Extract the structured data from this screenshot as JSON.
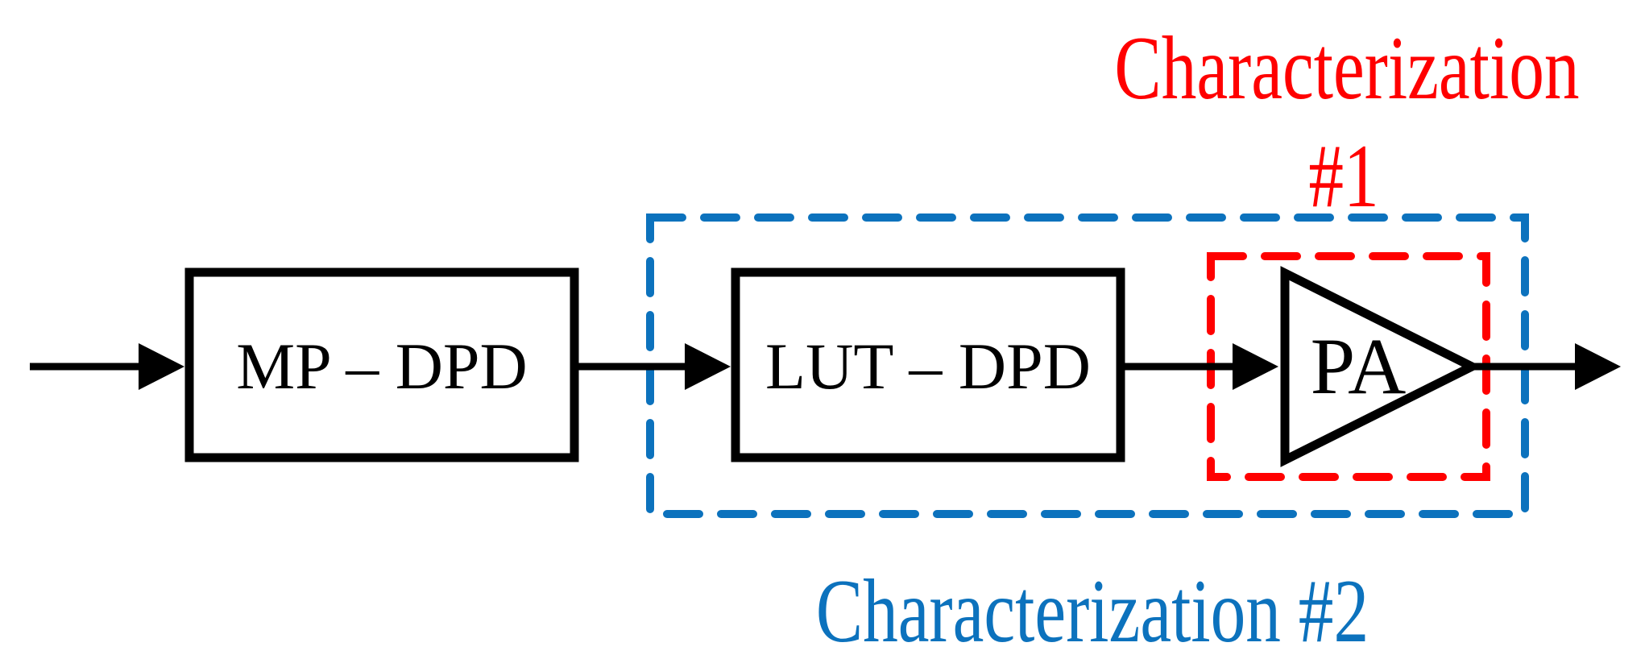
{
  "blocks": {
    "mp_dpd": "MP – DPD",
    "lut_dpd": "LUT – DPD",
    "pa": "PA"
  },
  "characterization_1": {
    "line1": "Characterization",
    "line2": "#1",
    "color": "#FF0000"
  },
  "characterization_2": {
    "label": "Characterization #2",
    "color": "#0C72BD"
  },
  "colors": {
    "black": "#000000",
    "background": "#FFFFFF"
  }
}
